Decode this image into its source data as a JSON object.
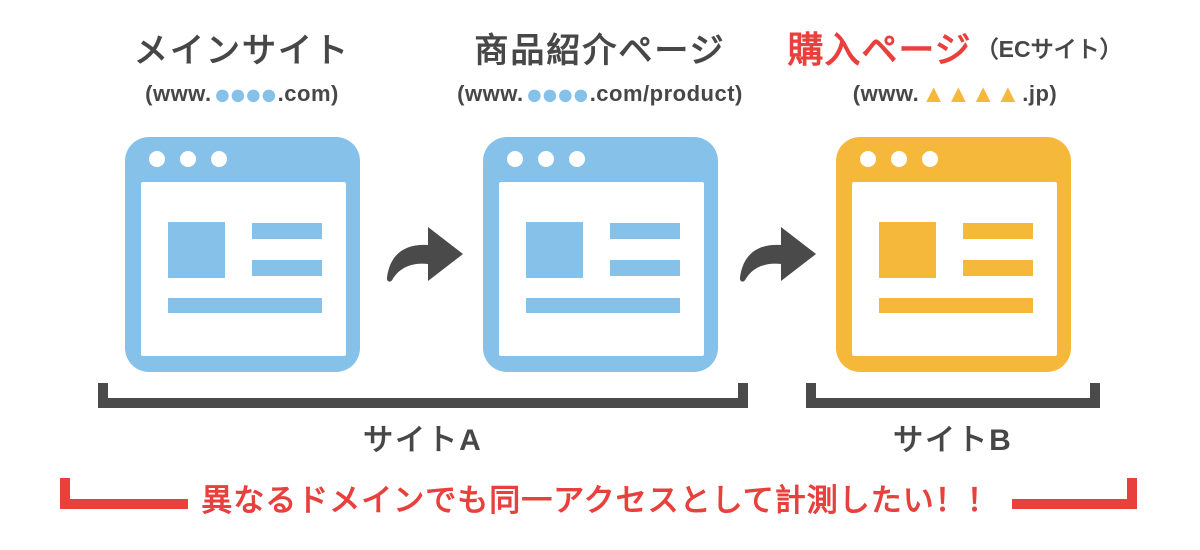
{
  "colors": {
    "blue": "#86C1E9",
    "orange": "#F6B83B",
    "dark_gray": "#4A4A4A",
    "red": "#E8403C",
    "background": "#FFFFFF"
  },
  "columns": [
    {
      "title": "メインサイト",
      "url_prefix": "(www.",
      "url_dots": "●●●●",
      "url_suffix": ".com)"
    },
    {
      "title": "商品紹介ページ",
      "url_prefix": "(www.",
      "url_dots": "●●●●",
      "url_suffix": ".com/product)"
    },
    {
      "title": "購入ページ",
      "title_annotation": "（ECサイト）",
      "url_prefix": "(www.",
      "url_dots": "▲▲▲▲",
      "url_suffix": ".jp)"
    }
  ],
  "groups": [
    {
      "label": "サイトA"
    },
    {
      "label": "サイトB"
    }
  ],
  "callout": {
    "text": "異なるドメインでも同一アクセスとして計測したい！！"
  }
}
